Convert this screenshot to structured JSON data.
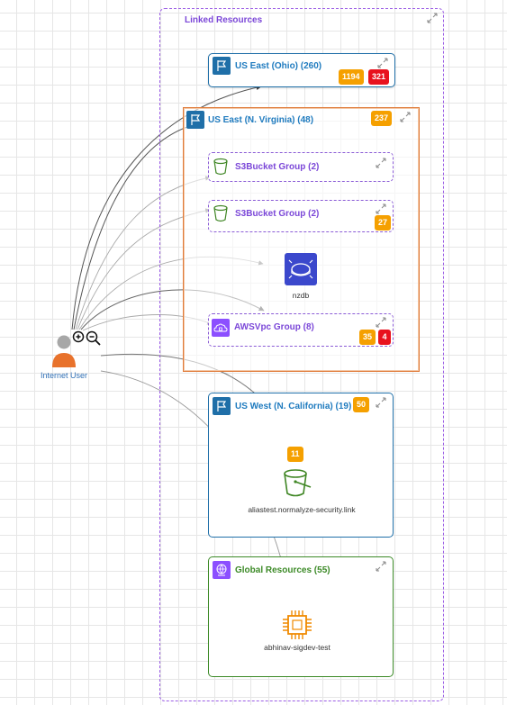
{
  "canvas": {
    "title": "Linked Resources"
  },
  "regions": {
    "ohio": {
      "name": "US East (Ohio) (260)",
      "badge_orange": "1194",
      "badge_red": "321"
    },
    "virginia": {
      "name": "US East (N. Virginia) (48)",
      "badge_orange": "237",
      "s3_group_1": {
        "name": "S3Bucket Group (2)"
      },
      "s3_group_2": {
        "name": "S3Bucket Group (2)",
        "badge_orange": "27"
      },
      "nzdb": {
        "name": "nzdb",
        "icon": "database-icon"
      },
      "vpc_group": {
        "name": "AWSVpc Group (8)",
        "badge_orange": "35",
        "badge_red": "4"
      }
    },
    "california": {
      "name": "US West (N. California) (19)",
      "badge_orange": "50",
      "bucket": {
        "name": "aliastest.normalyze-security.link",
        "badge_orange": "11"
      }
    },
    "global": {
      "name": "Global Resources (55)",
      "instance": {
        "name": "abhinav-sigdev-test",
        "icon": "chip-icon"
      }
    }
  },
  "internet_user": {
    "label": "Internet User"
  },
  "zoom": {
    "in_icon": "zoom-in-icon",
    "out_icon": "zoom-out-icon"
  },
  "colors": {
    "linked_border": "#9b5de5",
    "linked_title": "#7b47d8",
    "aws_blue": "#1f6fa8",
    "region_title_blue": "#1f7bbf",
    "virginia_border": "#e07b39",
    "group_purple": "#7b47d8",
    "s3_green": "#3f8624",
    "global_green": "#3c8a27",
    "badge_orange": "#f5a000",
    "badge_red": "#e8121e",
    "user_orange": "#e8722c"
  }
}
